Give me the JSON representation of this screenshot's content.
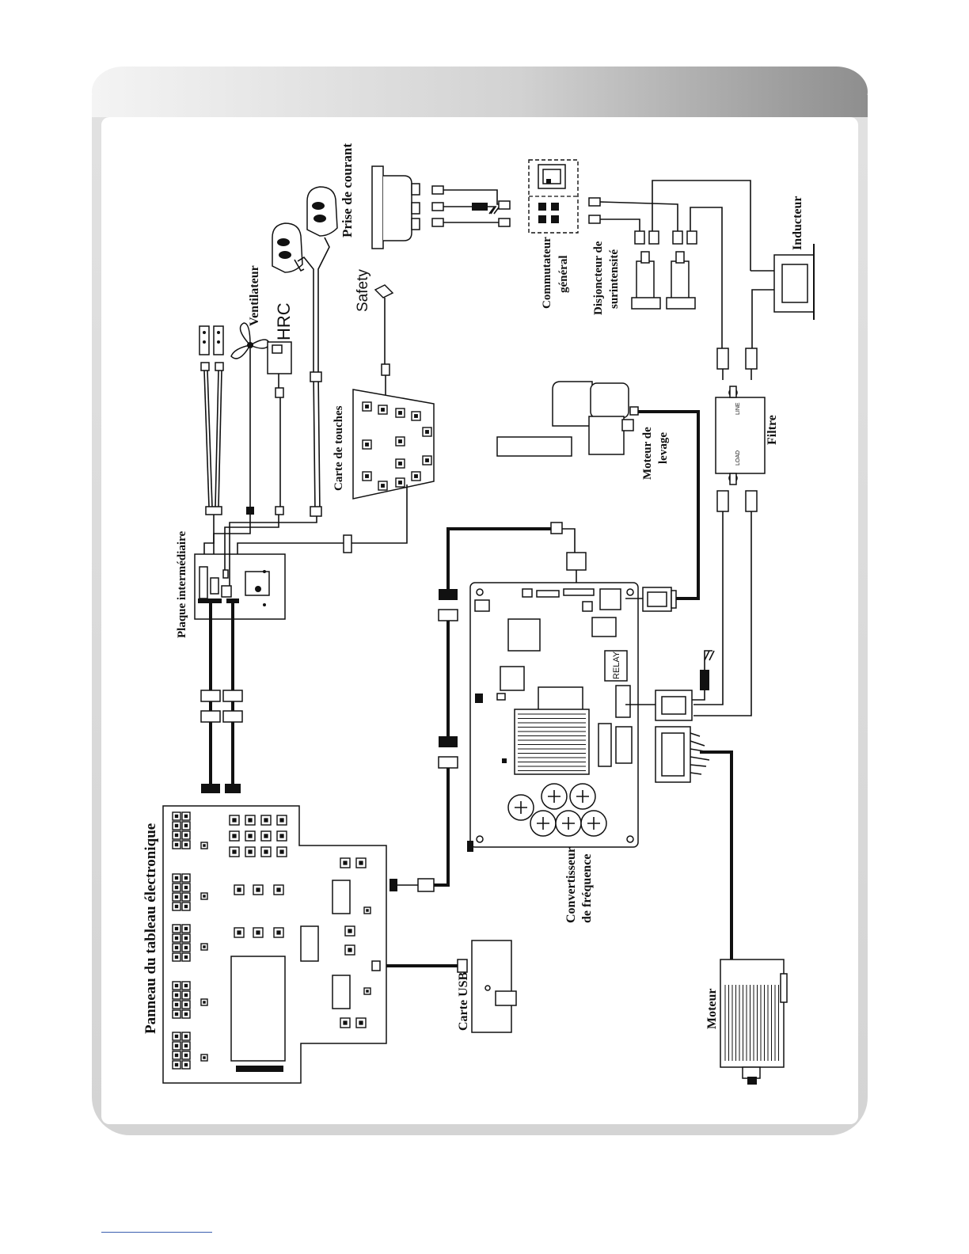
{
  "labels": {
    "prise": "Prise de courant",
    "commutateur_1": "Commutateur",
    "commutateur_2": "général",
    "disjoncteur_1": "Disjoncteur de",
    "disjoncteur_2": "surintensité",
    "inducteur": "Inducteur",
    "ventilateur": "Ventilateur",
    "hrc": "HRC",
    "safety": "Safety",
    "carte_touches": "Carte de touches",
    "moteur_levage_1": "Moteur de",
    "moteur_levage_2": "levage",
    "filtre": "Filtre",
    "line": "LINE",
    "load": "LOAD",
    "plaque": "Plaque intermédiaire",
    "relay": "RELAY",
    "convertisseur_1": "Convertisseur",
    "convertisseur_2": "de fréquence",
    "panneau": "Panneau du tableau électronique",
    "carte_usb": "Carte USB",
    "moteur": "Moteur"
  },
  "colors": {
    "ink": "#111111",
    "header_dark": "#9a9a9a",
    "header_light": "#f2f2f2",
    "frame": "#c8c8c8"
  }
}
